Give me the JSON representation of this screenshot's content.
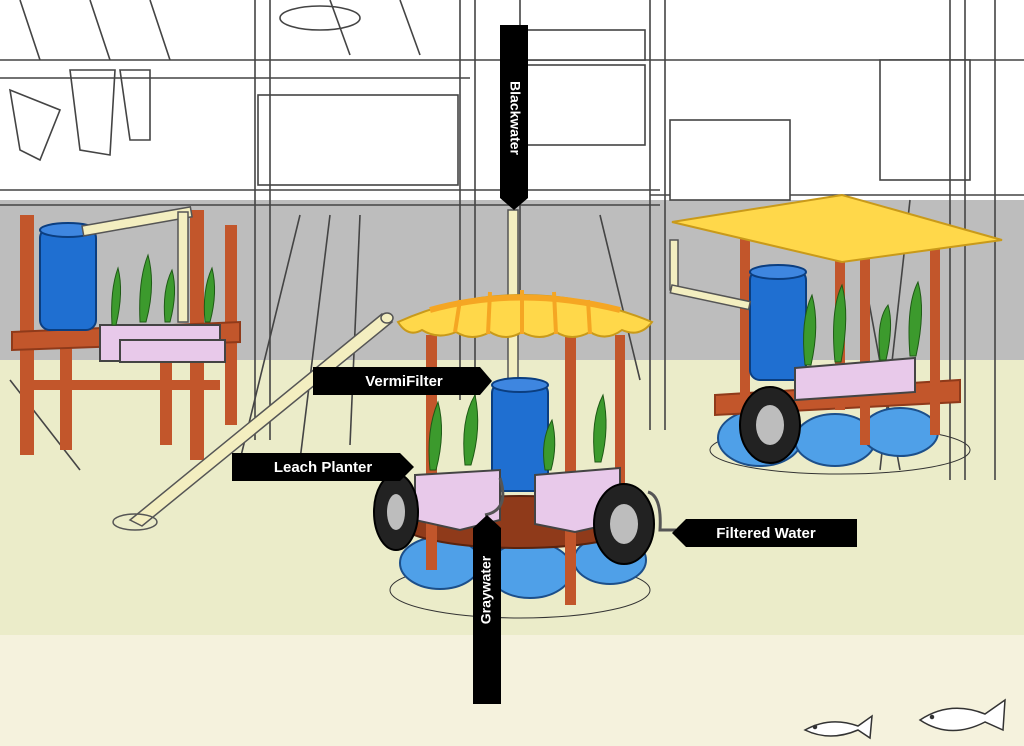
{
  "labels": {
    "blackwater": "Blackwater",
    "vermifilter": "VermiFilter",
    "leach_planter": "Leach Planter",
    "filtered_water": "Filtered Water",
    "graywater": "Graywater"
  },
  "colors": {
    "sky": "#ffffff",
    "shade": "#bdbdbd",
    "water_upper": "#ebecc9",
    "water_lower": "#f5f2dd",
    "wood": "#c2562b",
    "wood_dark": "#8f3a1a",
    "barrel_blue": "#1f6fd1",
    "float_blue": "#4fa0e8",
    "canopy_yellow": "#ffd84a",
    "canopy_orange": "#f5a623",
    "planter_pink": "#e8c9ea",
    "plant_green": "#3c9a2d",
    "pipe": "#f3eec0",
    "tire": "#222222",
    "callout": "#000000",
    "callout_text": "#ffffff"
  }
}
